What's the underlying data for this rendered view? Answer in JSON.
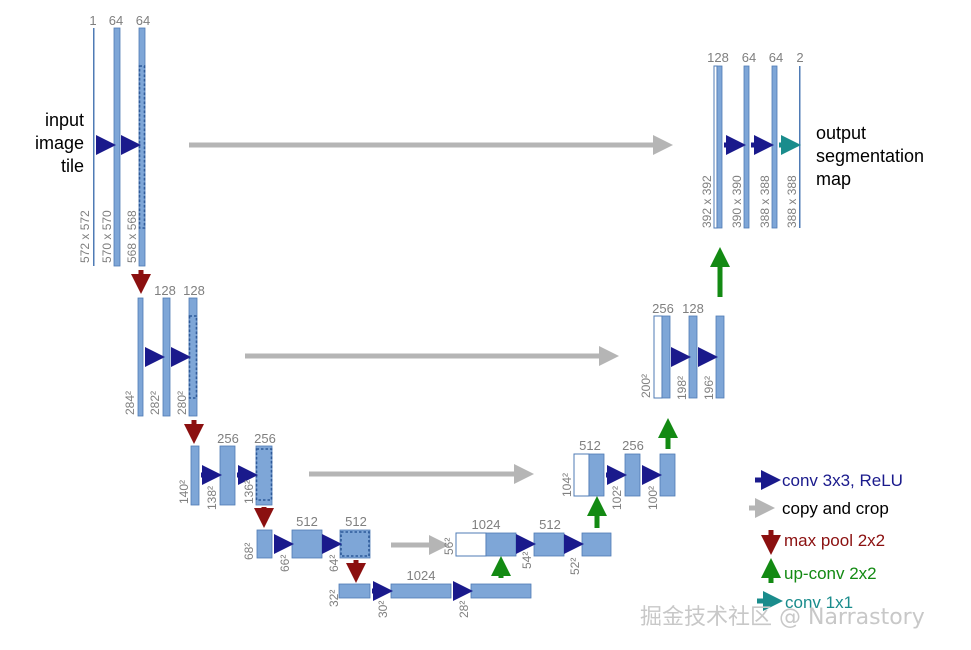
{
  "colors": {
    "block": "#7ea6d7",
    "block_stroke": "#4f7bb5",
    "conv": "#1a1a8c",
    "copy": "#b5b5b5",
    "pool": "#8b1010",
    "upconv": "#138a13",
    "conv1x1": "#1a8c8c",
    "text_gray": "#7f7f7f"
  },
  "input_label": [
    "input",
    "image",
    "tile"
  ],
  "output_label": [
    "output",
    "segmentation",
    "map"
  ],
  "channels": {
    "l1": [
      "1",
      "64",
      "64"
    ],
    "l2": [
      "128",
      "128"
    ],
    "l3": [
      "256",
      "256"
    ],
    "l4": [
      "512",
      "512"
    ],
    "bottom": [
      "1024"
    ],
    "r4": [
      "1024",
      "512"
    ],
    "r3": [
      "512",
      "256"
    ],
    "r2": [
      "256",
      "128"
    ],
    "r1": [
      "128",
      "64",
      "64",
      "2"
    ]
  },
  "dims": {
    "l1": [
      "572 x 572",
      "570 x 570",
      "568 x 568"
    ],
    "l2": [
      "284²",
      "282²",
      "280²"
    ],
    "l3": [
      "140²",
      "138²",
      "136²"
    ],
    "l4": [
      "68²",
      "66²",
      "64²"
    ],
    "bottom": [
      "32²",
      "30²",
      "28²"
    ],
    "r4": [
      "56²",
      "54²",
      "52²"
    ],
    "r3": [
      "104²",
      "102²",
      "100²"
    ],
    "r2": [
      "200²",
      "198²",
      "196²"
    ],
    "r1": [
      "392 x 392",
      "390 x 390",
      "388 x 388",
      "388 x 388"
    ]
  },
  "legend": {
    "conv": "conv 3x3, ReLU",
    "copy": "copy and crop",
    "pool": "max pool 2x2",
    "upconv": "up-conv 2x2",
    "conv1x1": "conv 1x1"
  },
  "watermark": "掘金技术社区 @ Narrastory"
}
